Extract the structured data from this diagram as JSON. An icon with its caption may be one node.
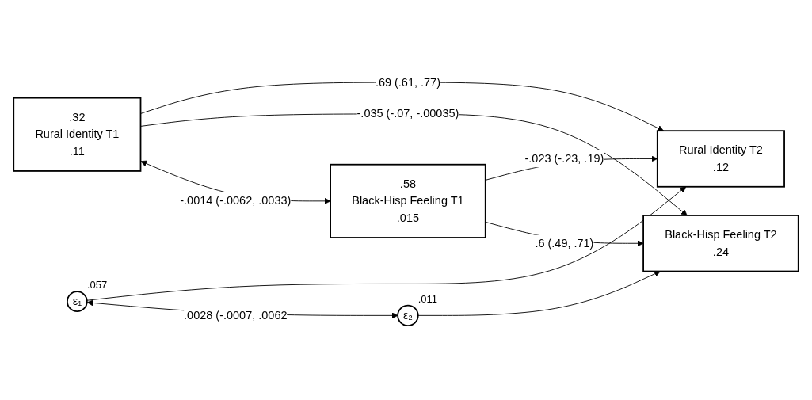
{
  "diagram": {
    "nodes": [
      {
        "text": [
          ".32",
          "Rural Identity T1",
          ".11"
        ]
      },
      {
        "text": [
          ".58",
          "Black-Hisp Feeling T1",
          ".015"
        ]
      },
      {
        "text": [
          "Rural Identity T2",
          ".12"
        ]
      },
      {
        "text": [
          "Black-Hisp Feeling T2",
          ".24"
        ]
      },
      {
        "text": [
          "ε₁"
        ],
        "beside": [
          ".057"
        ]
      },
      {
        "text": [
          "ε₂"
        ],
        "beside": [
          ".011"
        ]
      }
    ],
    "edges": [
      {
        "from": 0,
        "to": 2,
        "arrow": "to",
        "label": ".69 (.61, .77)"
      },
      {
        "from": 1,
        "to": 2,
        "arrow": "to",
        "label": "-.023 (-.23, .19)"
      },
      {
        "from": 0,
        "to": 3,
        "arrow": "to",
        "label": "-.035 (-.07, -.00035)"
      },
      {
        "from": 1,
        "to": 3,
        "arrow": "to",
        "label": ".6 (.49, .71)"
      },
      {
        "from": 0,
        "to": 1,
        "arrow": "both",
        "label": "-.0014 (-.0062, .0033)"
      },
      {
        "from": 4,
        "to": 2,
        "arrow": "to"
      },
      {
        "from": 5,
        "to": 3,
        "arrow": "to"
      },
      {
        "from": 4,
        "to": 5,
        "arrow": "both",
        "label": ".0028 (-.0007, .0062"
      }
    ]
  }
}
